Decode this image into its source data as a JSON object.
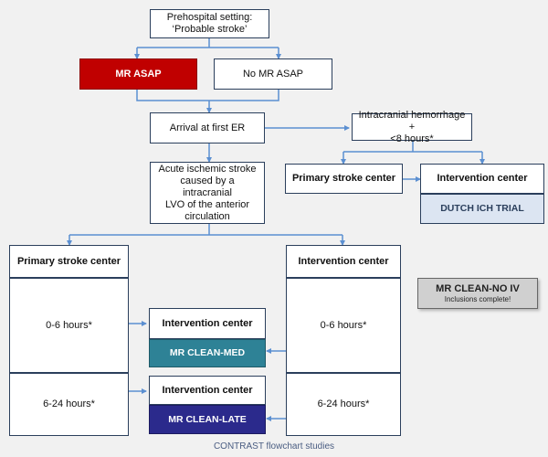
{
  "boxes": {
    "prehospital": "Prehospital setting:\n‘Probable stroke’",
    "mr_asap": "MR ASAP",
    "no_mr_asap": "No MR ASAP",
    "arrival": "Arrival at first ER",
    "ich": "Intracranial hemorrhage + \n<8 hours*",
    "acute_stroke": "Acute ischemic stroke\ncaused by a intracranial\nLVO of the anterior\ncirculation",
    "psc_top": "Primary stroke center",
    "ic_top": "Intervention center",
    "dutch_ich": "DUTCH ICH TRIAL",
    "psc_left_header": "Primary stroke center",
    "psc_left_0_6": "0-6 hours*",
    "psc_left_6_24": "6-24 hours*",
    "ic_right_header": "Intervention center",
    "ic_right_0_6": "0-6 hours*",
    "ic_right_6_24": "6-24 hours*",
    "ic_mid_1": "Intervention center",
    "mr_clean_med": "MR CLEAN-MED",
    "ic_mid_2": "Intervention center",
    "mr_clean_late": "MR CLEAN-LATE",
    "noiv_title": "MR CLEAN-NO IV",
    "noiv_sub": "Inclusions complete!"
  },
  "caption": "CONTRAST flowchart studies",
  "colors": {
    "connector": "#5b8fd1",
    "border": "#2b3f5c",
    "mr_asap": "#c00000",
    "mr_clean_med": "#2e8296",
    "mr_clean_late": "#2b2a8c",
    "dutch_ich": "#dce5f2"
  }
}
